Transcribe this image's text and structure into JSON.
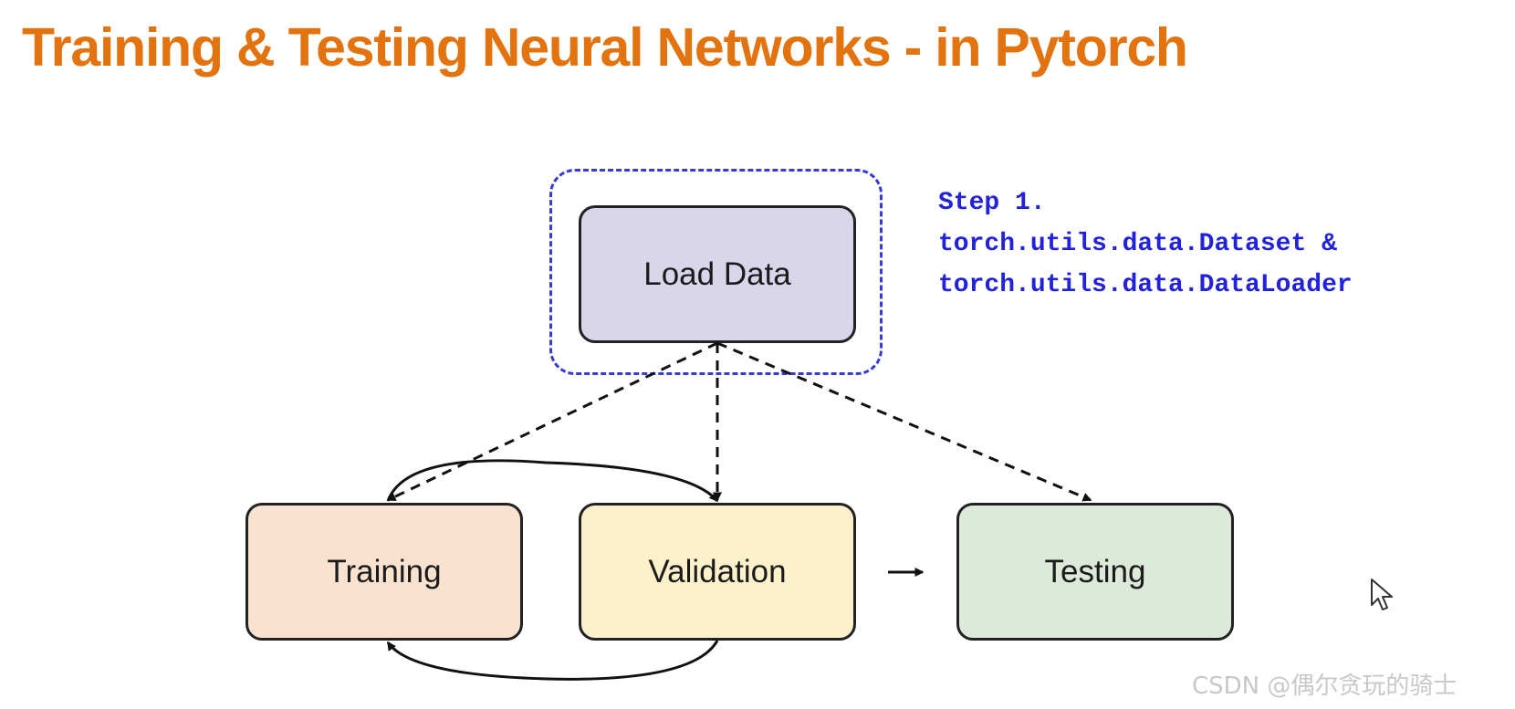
{
  "slide": {
    "title": "Training & Testing Neural Networks - in Pytorch"
  },
  "diagram": {
    "nodes": {
      "load_data": "Load Data",
      "training": "Training",
      "validation": "Validation",
      "testing": "Testing"
    },
    "step_note": {
      "lines": [
        "Step 1.",
        "torch.utils.data.Dataset &",
        "torch.utils.data.DataLoader"
      ]
    },
    "edges": [
      {
        "from": "load_data",
        "to": "training",
        "style": "dashed"
      },
      {
        "from": "load_data",
        "to": "validation",
        "style": "dashed"
      },
      {
        "from": "load_data",
        "to": "testing",
        "style": "dashed"
      },
      {
        "from": "training",
        "to": "validation",
        "style": "solid"
      },
      {
        "from": "validation",
        "to": "training",
        "style": "solid"
      },
      {
        "from": "validation",
        "to": "testing",
        "style": "solid"
      }
    ]
  },
  "colors": {
    "title": "#e2730f",
    "group_border": "#3a3ad0",
    "step_text": "#2222dd",
    "load_data_fill": "#d9d5ea",
    "training_fill": "#f9e2cf",
    "validation_fill": "#fdf1cc",
    "testing_fill": "#dde9d9"
  },
  "icons": {
    "cursor": "mouse-pointer-icon"
  },
  "watermark": "CSDN @偶尔贪玩的骑士"
}
